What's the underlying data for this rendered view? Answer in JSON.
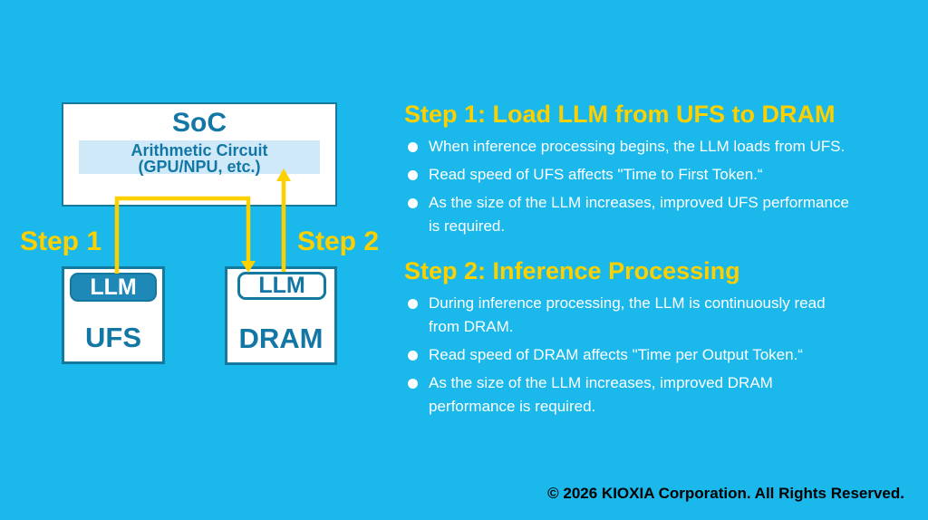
{
  "colors": {
    "background_cyan": "#1bb8ec",
    "teal_border_text": "#14799f",
    "chip_fill_teal": "#1e89b6",
    "light_band_blue": "#cfe9f8",
    "accent_yellow": "#fdd000",
    "bullet_text_white": "#ffffff",
    "footer_black": "#000000"
  },
  "diagram": {
    "soc": {
      "title": "SoC",
      "subtitle_line1": "Arithmetic Circuit",
      "subtitle_line2": "(GPU/NPU, etc.)"
    },
    "ufs": {
      "chip": "LLM",
      "label": "UFS"
    },
    "dram": {
      "chip": "LLM",
      "label": "DRAM"
    },
    "step1_label": "Step 1",
    "step2_label": "Step 2",
    "arrow_color": "#fdd000"
  },
  "sections": [
    {
      "heading": "Step 1: Load LLM from UFS to DRAM",
      "bullets": [
        [
          "When inference processing begins, the LLM loads from UFS."
        ],
        [
          "Read speed of UFS affects \"Time to First Token.“"
        ],
        [
          "As the size of the LLM increases, improved UFS performance",
          "is required."
        ]
      ]
    },
    {
      "heading": "Step 2: Inference Processing",
      "bullets": [
        [
          "During inference processing, the LLM is continuously read",
          "from DRAM."
        ],
        [
          "Read speed of DRAM affects \"Time per Output Token.“"
        ],
        [
          "As the size of the LLM increases, improved DRAM",
          "performance is required."
        ]
      ]
    }
  ],
  "footer": {
    "copyright": "© 2026 KIOXIA Corporation. All Rights Reserved."
  }
}
